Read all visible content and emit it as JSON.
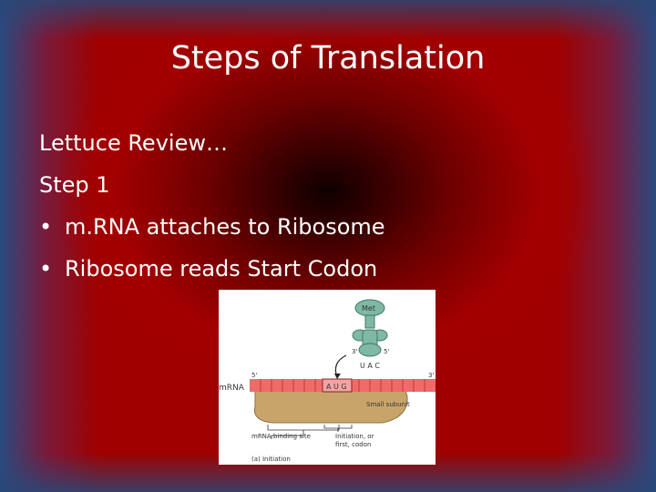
{
  "slide": {
    "title": "Steps of Translation",
    "lines": [
      "Lettuce Review…",
      "Step 1"
    ],
    "bullets": [
      "m.RNA attaches to Ribosome",
      "Ribosome reads Start Codon"
    ],
    "bullet_char": "•"
  },
  "figure": {
    "met_label": "Met",
    "trna_3": "3'",
    "trna_5": "5'",
    "anticodon": "U A C",
    "mrna_5": "5'",
    "mrna_3": "3'",
    "mrna_label": "mRNA",
    "codon": "A U G",
    "small_subunit": "Small subunit",
    "binding_site": "mRNA binding site",
    "initiation_1": "Initiation, or",
    "initiation_2": "first, codon",
    "caption": "(a) Initiation"
  }
}
